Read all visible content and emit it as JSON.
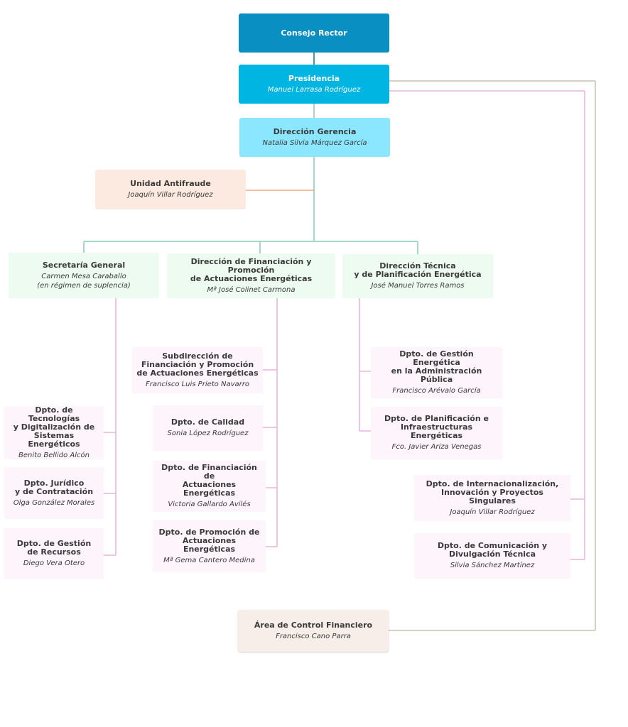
{
  "diagram": {
    "consejo_rector": {
      "title": "Consejo Rector"
    },
    "presidencia": {
      "title": "Presidencia",
      "person": "Manuel Larrasa Rodríguez"
    },
    "direccion_gerencia": {
      "title": "Dirección Gerencia",
      "person": "Natalia Silvia Márquez García"
    },
    "unidad_antifraude": {
      "title": "Unidad Antifraude",
      "person": "Joaquín Villar Rodríguez"
    },
    "secretaria_general": {
      "title": "Secretaría General",
      "person": "Carmen Mesa Caraballo\n(en régimen de suplencia)"
    },
    "direccion_financiacion": {
      "title": "Dirección de Financiación y Promoción\nde Actuaciones Energéticas",
      "person": "Mª José Colinet Carmona"
    },
    "direccion_tecnica": {
      "title": "Dirección Técnica\ny de Planificación Energética",
      "person": "José Manuel Torres Ramos"
    },
    "subdireccion_financiacion": {
      "title": "Subdirección de\nFinanciación y Promoción\nde Actuaciones Energéticas",
      "person": "Francisco Luis Prieto Navarro"
    },
    "dpto_calidad": {
      "title": "Dpto. de Calidad",
      "person": "Sonia López Rodríguez"
    },
    "dpto_financiacion": {
      "title": "Dpto. de Financiación de\nActuaciones Energéticas",
      "person": "Victoria Gallardo Avilés"
    },
    "dpto_promocion": {
      "title": "Dpto. de Promoción de\nActuaciones Energéticas",
      "person": "Mª Gema Cantero Medina"
    },
    "dpto_tecnologias": {
      "title": "Dpto. de Tecnologías\ny Digitalización de\nSistemas Energéticos",
      "person": "Benito Bellido Alcón"
    },
    "dpto_juridico": {
      "title": "Dpto. Jurídico\ny de Contratación",
      "person": "Olga González Morales"
    },
    "dpto_recursos": {
      "title": "Dpto. de Gestión\nde Recursos",
      "person": "Diego Vera Otero"
    },
    "dpto_gestion_energetica": {
      "title": "Dpto. de Gestión Energética\nen la Administración Pública",
      "person": "Francisco Arévalo García"
    },
    "dpto_planificacion": {
      "title": "Dpto. de Planificación e\nInfraestructuras Energéticas",
      "person": "Fco. Javier Ariza Venegas"
    },
    "dpto_internacionalizacion": {
      "title": "Dpto. de Internacionalización,\nInnovación y Proyectos Singulares",
      "person": "Joaquín Villar Rodríguez"
    },
    "dpto_comunicacion": {
      "title": "Dpto. de  Comunicación y\nDivulgación Técnica",
      "person": "Silvia Sánchez Martínez"
    },
    "area_control": {
      "title": "Área de Control  Financiero",
      "person": "Francisco Cano Parra"
    }
  },
  "colors": {
    "main_line": "#3fa39b",
    "branch_line": "#a3d9c6",
    "pink_line": "#e9b2de",
    "orange_line": "#f0a884",
    "grey_line": "#c9c0b3"
  }
}
